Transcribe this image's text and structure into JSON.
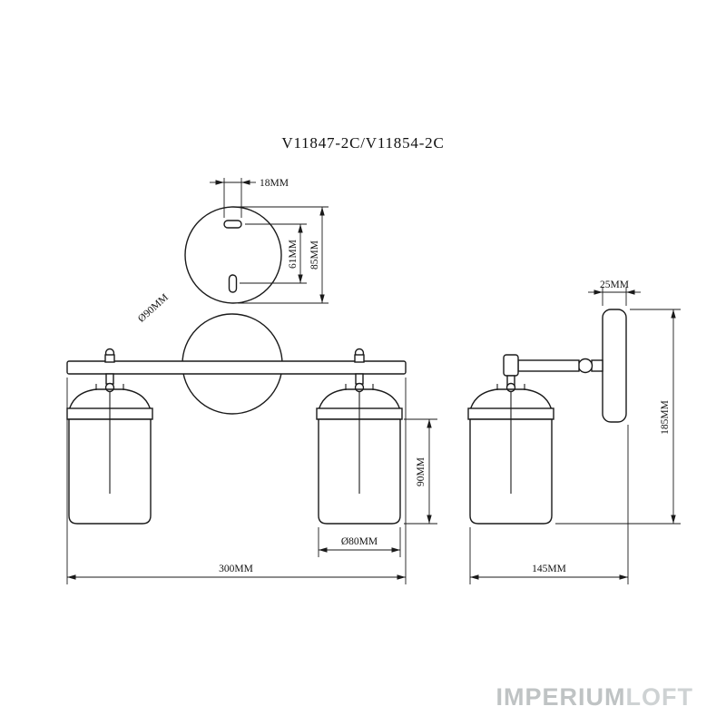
{
  "title": "V11847-2C/V11854-2C",
  "top_view": {
    "slot_length": "18MM",
    "hole_spacing": "61MM",
    "plate_height": "85MM",
    "plate_diameter": "Ø90MM"
  },
  "front_view": {
    "shade_height": "90MM",
    "shade_diameter": "Ø80MM",
    "total_width": "300MM"
  },
  "side_view": {
    "bracket_width": "25MM",
    "total_height": "185MM",
    "total_depth": "145MM"
  },
  "watermark": {
    "part1": "IMPERIUM",
    "part2": "LOFT"
  },
  "colors": {
    "line": "#1a1a1a",
    "background": "#ffffff",
    "watermark_primary": "#bfc3c4",
    "watermark_secondary": "#ced2d3"
  }
}
